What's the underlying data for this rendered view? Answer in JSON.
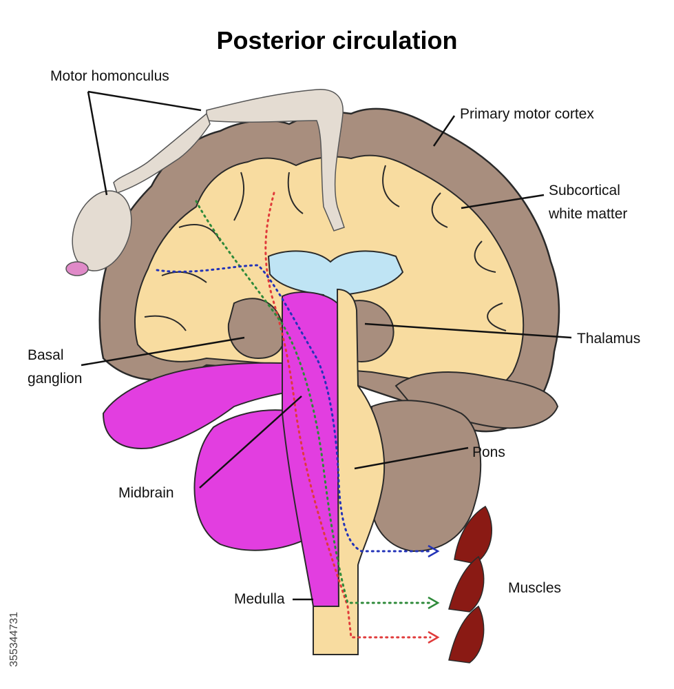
{
  "title": "Posterior circulation",
  "labels": {
    "motor_homonculus": "Motor homonculus",
    "primary_motor_cortex": "Primary motor cortex",
    "subcortical_line1": "Subcortical",
    "subcortical_line2": "white matter",
    "thalamus": "Thalamus",
    "basal_line1": "Basal",
    "basal_line2": "ganglion",
    "pons": "Pons",
    "midbrain": "Midbrain",
    "muscles": "Muscles",
    "medulla": "Medulla"
  },
  "watermark_id": "355344731",
  "colors": {
    "cortex": "#a88e7e",
    "white_matter": "#f8dca0",
    "ventricle": "#bfe4f4",
    "highlight": "#e23ee0",
    "outline": "#2a2a2a",
    "tract_red": "#e03a3a",
    "tract_green": "#2e8a3a",
    "tract_blue": "#2333b8",
    "muscle": "#8a1a14"
  }
}
